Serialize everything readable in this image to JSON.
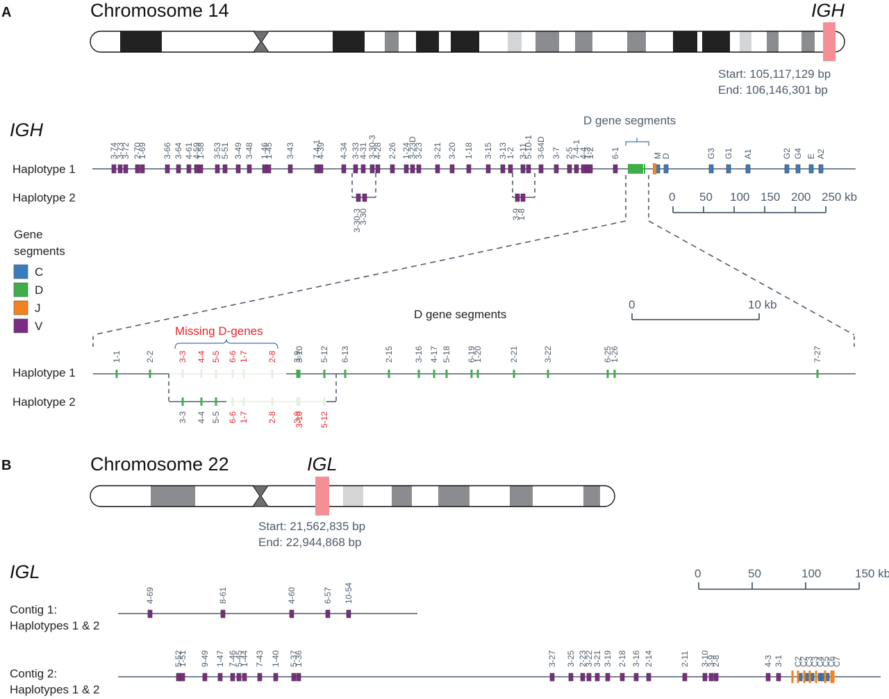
{
  "colors": {
    "C": "#3a7dbf",
    "D": "#3fae49",
    "J": "#f58220",
    "V": "#7b2b83",
    "line": "#4d5b6b",
    "missing": "#e4232b",
    "faded": "#e3efe0",
    "locus_highlight": "#f58e95",
    "band_black": "#222222",
    "band_dark": "#8a8c8f",
    "band_light": "#d4d5d6",
    "centromere": "#6d6e71"
  },
  "panelA": {
    "panel_label": "A",
    "chromosome_title": "Chromosome 14",
    "locus_label": "IGH",
    "start_text": "Start: 105,117,129 bp",
    "end_text": "End: 106,146,301 bp",
    "igh_title": "IGH",
    "haplotype1_label": "Haplotype 1",
    "haplotype2_label": "Haplotype 2",
    "d_cluster_label": "D gene segments",
    "igh_hap1_genes": [
      {
        "name": "3-74",
        "type": "V"
      },
      {
        "name": "3-73",
        "type": "V"
      },
      {
        "name": "3-72",
        "type": "V"
      },
      {
        "name": "2-70",
        "type": "V"
      },
      {
        "name": "1-69",
        "type": "V"
      },
      {
        "name": "3-66",
        "type": "V"
      },
      {
        "name": "3-64",
        "type": "V"
      },
      {
        "name": "4-61",
        "type": "V"
      },
      {
        "name": "4-59",
        "type": "V"
      },
      {
        "name": "1-58",
        "type": "V"
      },
      {
        "name": "3-53",
        "type": "V"
      },
      {
        "name": "5-51",
        "type": "V"
      },
      {
        "name": "3-49",
        "type": "V"
      },
      {
        "name": "3-48",
        "type": "V"
      },
      {
        "name": "1-46",
        "type": "V"
      },
      {
        "name": "1-45",
        "type": "V"
      },
      {
        "name": "3-43",
        "type": "V"
      },
      {
        "name": "7-4-1",
        "type": "V"
      },
      {
        "name": "4-39",
        "type": "V"
      },
      {
        "name": "4-34",
        "type": "V"
      },
      {
        "name": "3-33",
        "type": "V"
      },
      {
        "name": "4-31",
        "type": "V"
      },
      {
        "name": "3-30-3",
        "type": "V"
      },
      {
        "name": "4-28",
        "type": "V"
      },
      {
        "name": "2-26",
        "type": "V"
      },
      {
        "name": "1-24",
        "type": "V"
      },
      {
        "name": "3-23D",
        "type": "V"
      },
      {
        "name": "3-23",
        "type": "V"
      },
      {
        "name": "3-21",
        "type": "V"
      },
      {
        "name": "3-20",
        "type": "V"
      },
      {
        "name": "1-18",
        "type": "V"
      },
      {
        "name": "3-15",
        "type": "V"
      },
      {
        "name": "3-13",
        "type": "V"
      },
      {
        "name": "1-2",
        "type": "V"
      },
      {
        "name": "3-11",
        "type": "V"
      },
      {
        "name": "5-10-1",
        "type": "V"
      },
      {
        "name": "3-64D",
        "type": "V"
      },
      {
        "name": "3-7",
        "type": "V"
      },
      {
        "name": "2-5",
        "type": "V"
      },
      {
        "name": "7-4-1",
        "type": "V"
      },
      {
        "name": "4-4",
        "type": "V"
      },
      {
        "name": "1-3",
        "type": "V"
      },
      {
        "name": "1-2",
        "type": "V"
      },
      {
        "name": "6-1",
        "type": "V"
      },
      {
        "name": "M",
        "type": "C"
      },
      {
        "name": "D",
        "type": "C"
      },
      {
        "name": "G3",
        "type": "C"
      },
      {
        "name": "G1",
        "type": "C"
      },
      {
        "name": "A1",
        "type": "C"
      },
      {
        "name": "G2",
        "type": "C"
      },
      {
        "name": "G4",
        "type": "C"
      },
      {
        "name": "E",
        "type": "C"
      },
      {
        "name": "A2",
        "type": "C"
      }
    ],
    "igh_hap2_insert_1": [
      "3-30-3",
      "3-30"
    ],
    "igh_hap2_insert_2": [
      "3-9",
      "1-8"
    ],
    "scale_ticks": [
      "0",
      "50",
      "100",
      "150",
      "200",
      "250 kb"
    ],
    "legend": {
      "title_line1": "Gene",
      "title_line2": "segments",
      "items": [
        {
          "label": "C",
          "type": "C"
        },
        {
          "label": "D",
          "type": "D"
        },
        {
          "label": "J",
          "type": "J"
        },
        {
          "label": "V",
          "type": "V"
        }
      ]
    },
    "dzoom": {
      "title": "D gene segments",
      "missing_label": "Missing D-genes",
      "scale_ticks": [
        "0",
        "10 kb"
      ],
      "hap1_label": "Haplotype 1",
      "hap2_label": "Haplotype 2",
      "hap1_genes": [
        {
          "name": "1-1",
          "missing": false
        },
        {
          "name": "2-2",
          "missing": false
        },
        {
          "name": "3-3",
          "missing": true
        },
        {
          "name": "4-4",
          "missing": true
        },
        {
          "name": "5-5",
          "missing": true
        },
        {
          "name": "6-6",
          "missing": true
        },
        {
          "name": "1-7",
          "missing": true
        },
        {
          "name": "2-8",
          "missing": true
        },
        {
          "name": "3-9",
          "missing": false
        },
        {
          "name": "3-10",
          "missing": false
        },
        {
          "name": "5-12",
          "missing": false
        },
        {
          "name": "6-13",
          "missing": false
        },
        {
          "name": "2-15",
          "missing": false
        },
        {
          "name": "3-16",
          "missing": false
        },
        {
          "name": "4-17",
          "missing": false
        },
        {
          "name": "5-18",
          "missing": false
        },
        {
          "name": "6-19",
          "missing": false
        },
        {
          "name": "1-20",
          "missing": false
        },
        {
          "name": "2-21",
          "missing": false
        },
        {
          "name": "3-22",
          "missing": false
        },
        {
          "name": "6-25",
          "missing": false
        },
        {
          "name": "1-26",
          "missing": false
        },
        {
          "name": "7-27",
          "missing": false
        }
      ],
      "hap2_genes": [
        {
          "name": "3-3",
          "missing": false
        },
        {
          "name": "4-4",
          "missing": false
        },
        {
          "name": "5-5",
          "missing": false
        },
        {
          "name": "6-6",
          "missing": true
        },
        {
          "name": "1-7",
          "missing": true
        },
        {
          "name": "2-8",
          "missing": true
        },
        {
          "name": "3-9",
          "missing": true
        },
        {
          "name": "3-10",
          "missing": true
        },
        {
          "name": "5-12",
          "missing": true
        }
      ]
    }
  },
  "panelB": {
    "panel_label": "B",
    "chromosome_title": "Chromosome 22",
    "locus_label": "IGL",
    "start_text": "Start: 21,562,835 bp",
    "end_text": "End: 22,944,868 bp",
    "igl_title": "IGL",
    "scale_ticks": [
      "0",
      "50",
      "100",
      "150 kb"
    ],
    "contig1_label_line1": "Contig 1:",
    "contig1_label_line2": "Haplotypes 1 & 2",
    "contig2_label_line1": "Contig 2:",
    "contig2_label_line2": "Haplotypes 1 & 2",
    "contig1_genes": [
      "4-69",
      "8-61",
      "4-60",
      "6-57",
      "10-54"
    ],
    "contig2_v_genes": [
      "5-52",
      "1-51",
      "9-49",
      "1-47",
      "7-46",
      "5-45",
      "1-44",
      "7-43",
      "1-40",
      "5-37",
      "1-36",
      "3-27",
      "3-25",
      "2-23",
      "3-22",
      "3-21",
      "3-19",
      "2-18",
      "3-16",
      "2-14",
      "2-11",
      "3-10",
      "3-9",
      "2-8",
      "4-3",
      "3-1"
    ],
    "contig2_c_genes": [
      "C2",
      "C2",
      "C3",
      "C3",
      "C4",
      "C5",
      "C6",
      "C7"
    ]
  }
}
